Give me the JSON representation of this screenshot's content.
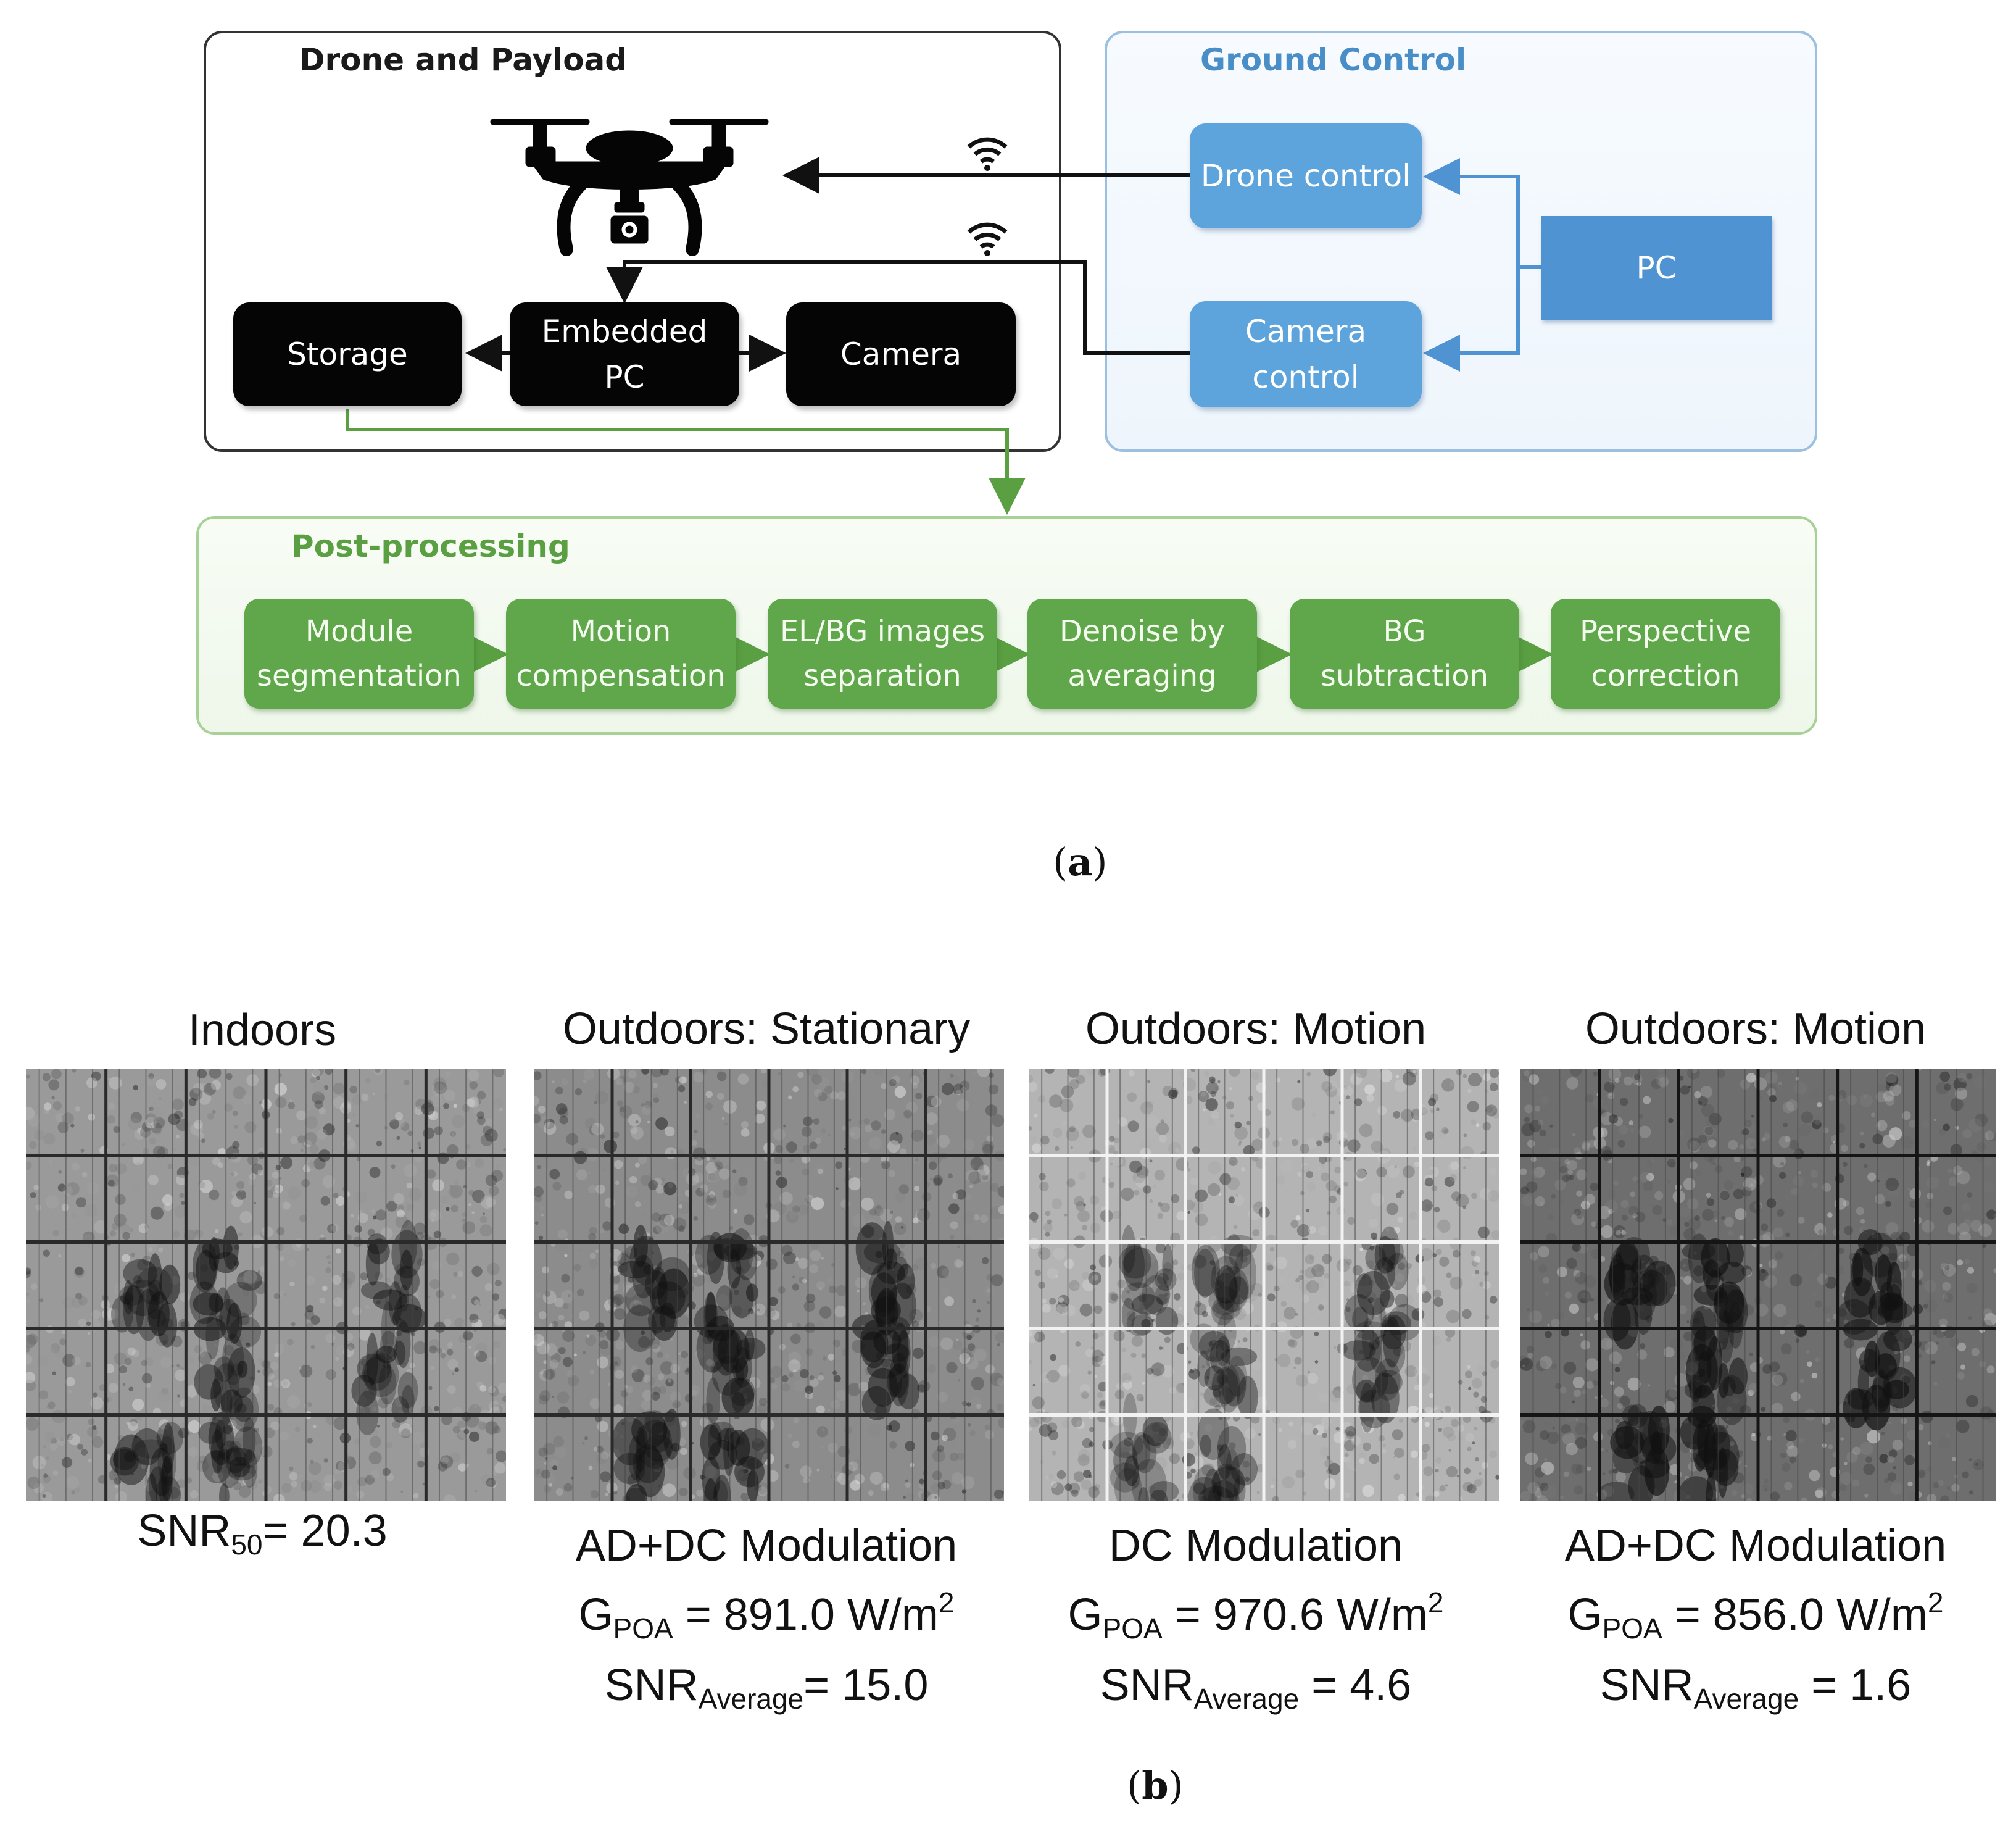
{
  "panel_a": {
    "drone_group": {
      "title": "Drone and Payload"
    },
    "ground_group": {
      "title": "Ground Control"
    },
    "post_group": {
      "title": "Post-processing"
    },
    "blocks": {
      "storage": "Storage",
      "embedded_pc": "Embedded\nPC",
      "camera": "Camera",
      "drone_control": "Drone control",
      "camera_control": "Camera\ncontrol",
      "pc": "PC"
    },
    "steps": [
      "Module\nsegmentation",
      "Motion\ncompensation",
      "EL/BG images\nseparation",
      "Denoise by\naveraging",
      "BG\nsubtraction",
      "Perspective\ncorrection"
    ],
    "label": "(a)"
  },
  "panel_b": {
    "columns": [
      {
        "title": "Indoors",
        "snr_sym": "SNR",
        "snr_sub": "50",
        "snr_val": "= 20.3"
      },
      {
        "title": "Outdoors: Stationary",
        "modulation": "AD+DC Modulation",
        "g_sym": "G",
        "g_sub": "POA",
        "g_val": " = 891.0 W/m",
        "g_sup": "2",
        "snr_sym": "SNR",
        "snr_sub": "Average",
        "snr_val": "= 15.0"
      },
      {
        "title": "Outdoors: Motion",
        "modulation": "DC Modulation",
        "g_sym": "G",
        "g_sub": "POA",
        "g_val": " = 970.6 W/m",
        "g_sup": "2",
        "snr_sym": "SNR",
        "snr_sub": "Average",
        "snr_val": " = 4.6"
      },
      {
        "title": "Outdoors: Motion",
        "modulation": "AD+DC Modulation",
        "g_sym": "G",
        "g_sub": "POA",
        "g_val": " = 856.0 W/m",
        "g_sup": "2",
        "snr_sym": "SNR",
        "snr_sub": "Average",
        "snr_val": " = 1.6"
      }
    ],
    "label": "(b)"
  },
  "colors": {
    "black_block": "#050505",
    "blue_block": "#5da3dc",
    "green_block": "#5fa74a",
    "blue_title": "#4a8ec8",
    "green_title": "#5aa042"
  },
  "icons": [
    "drone-icon",
    "wifi-icon",
    "wifi-icon"
  ]
}
